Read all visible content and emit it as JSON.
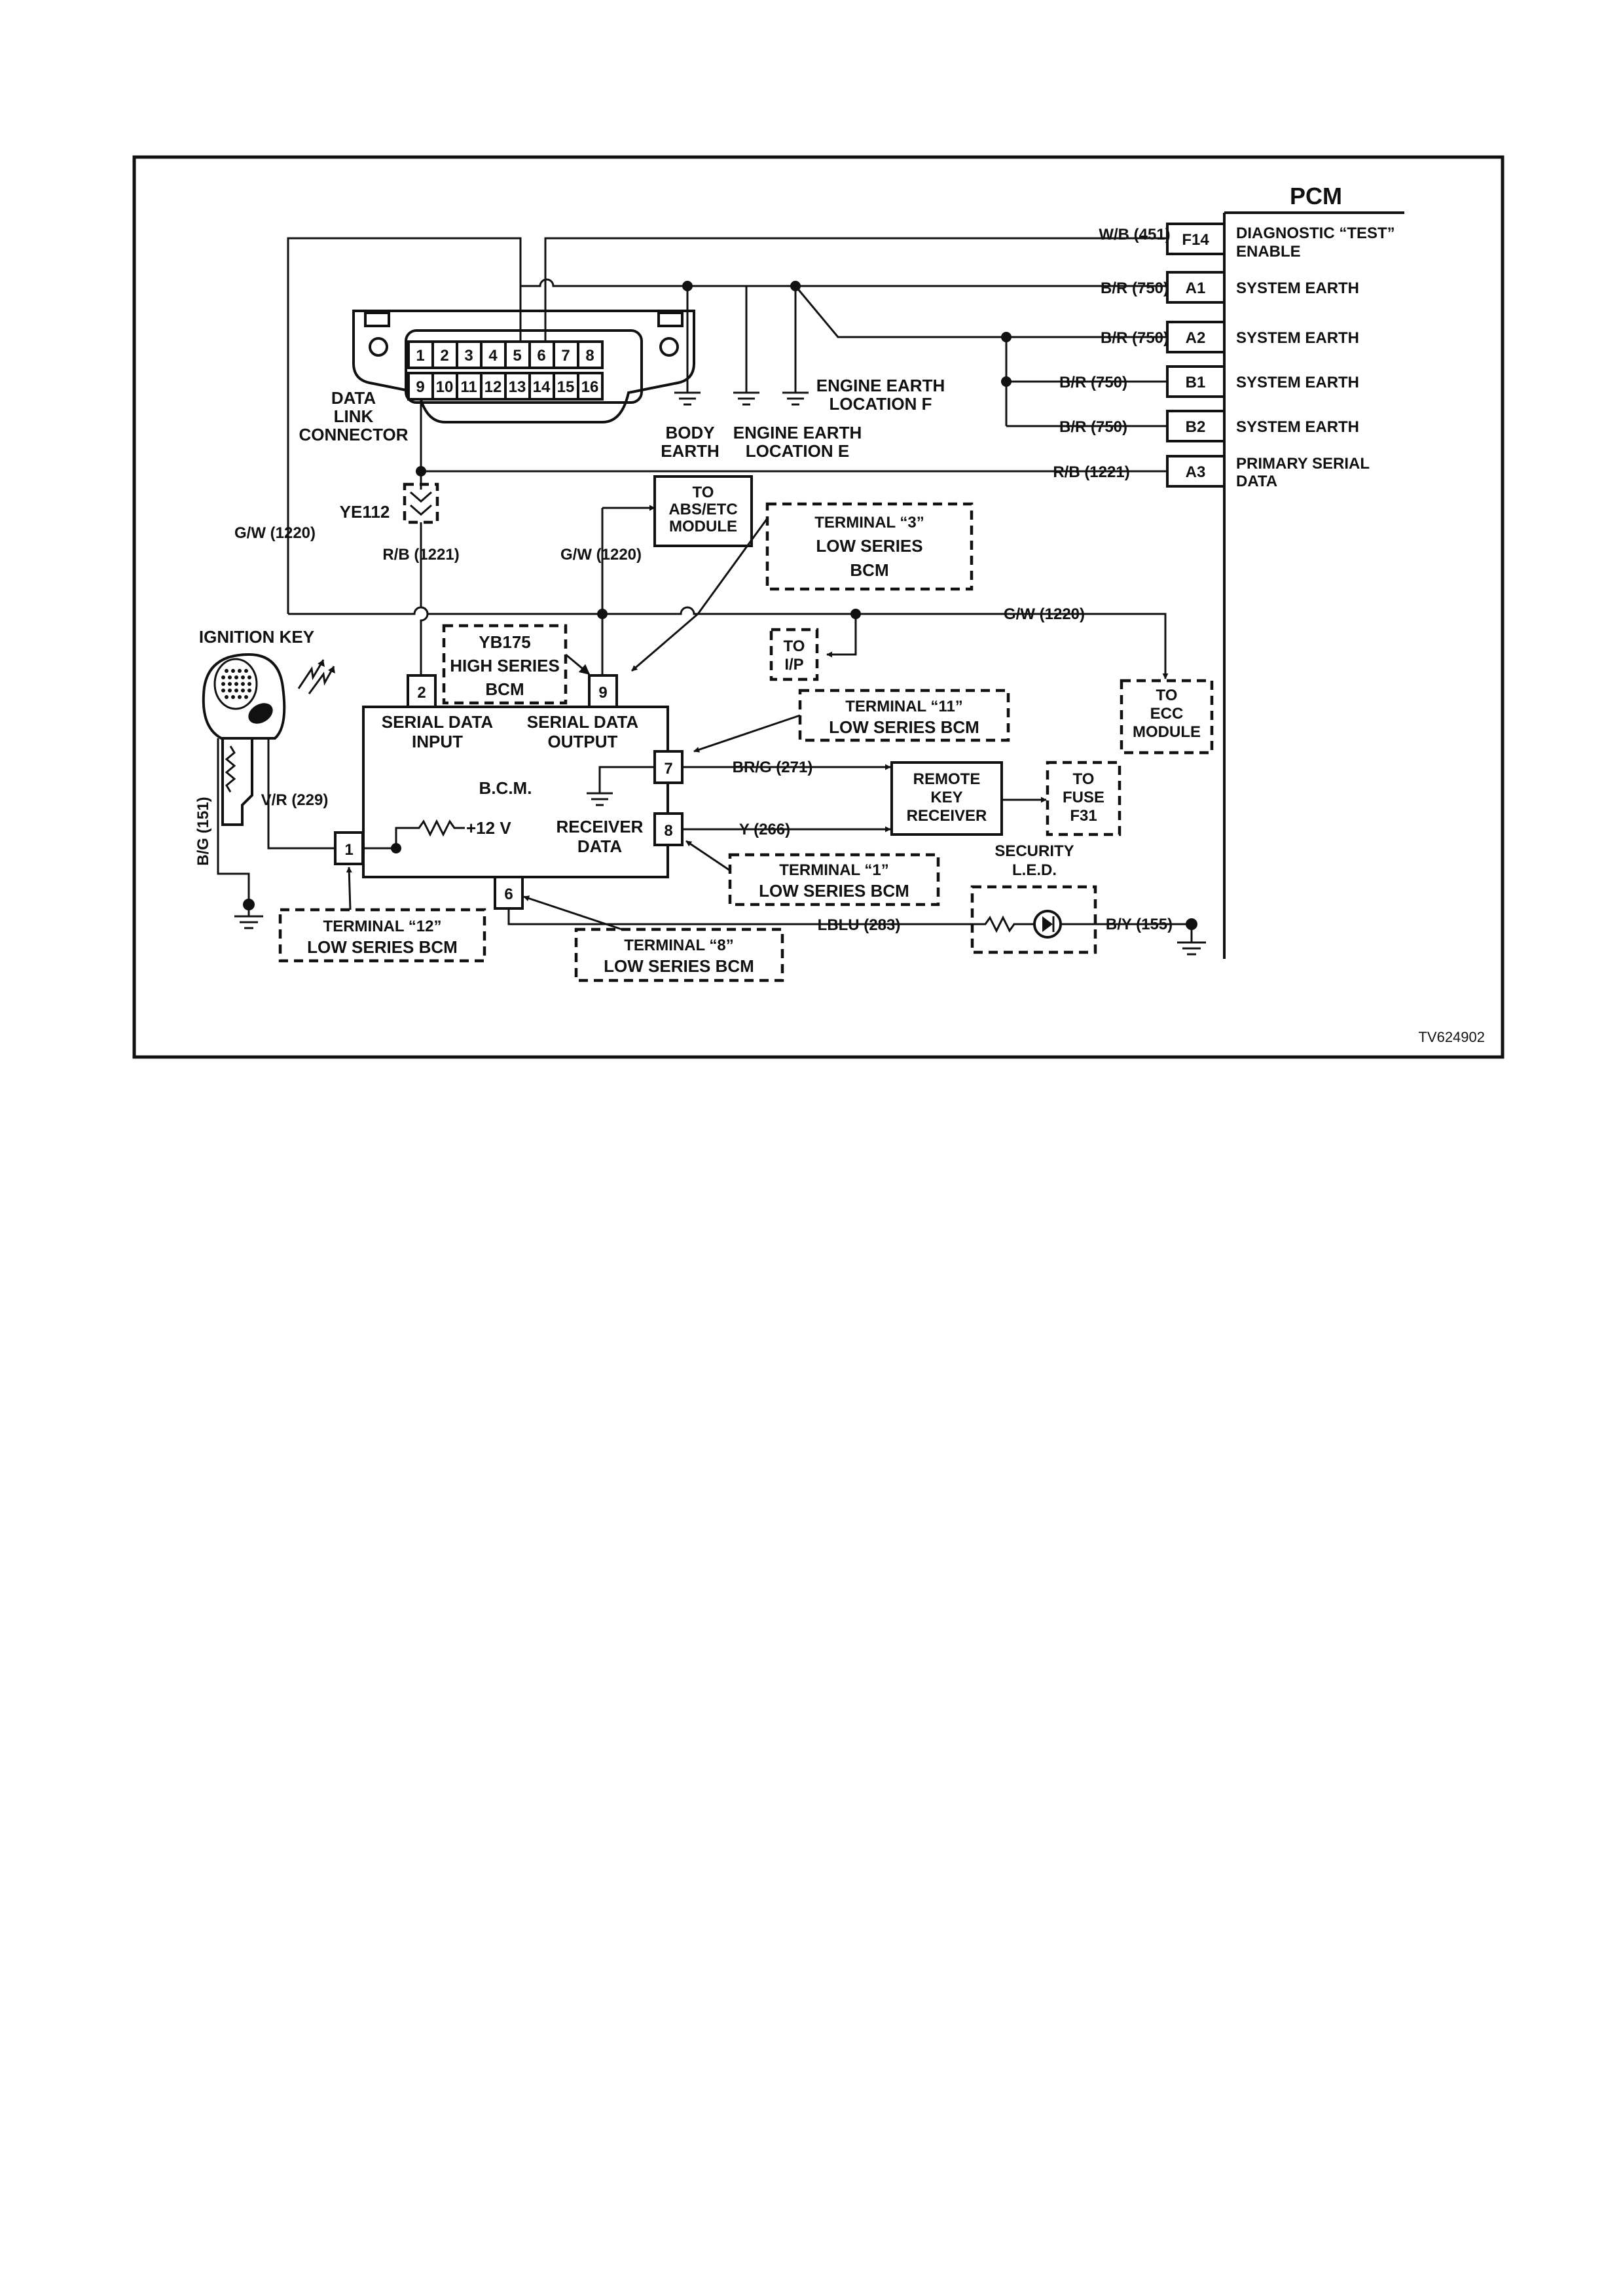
{
  "pcm": {
    "title": "PCM"
  },
  "pcm_pins": [
    {
      "pin": "F14",
      "desc1": "DIAGNOSTIC “TEST”",
      "desc2": "ENABLE",
      "wire": "W/B (451)"
    },
    {
      "pin": "A1",
      "desc1": "SYSTEM EARTH",
      "desc2": "",
      "wire": "B/R (750)"
    },
    {
      "pin": "A2",
      "desc1": "SYSTEM EARTH",
      "desc2": "",
      "wire": "B/R (750)"
    },
    {
      "pin": "B1",
      "desc1": "SYSTEM EARTH",
      "desc2": "",
      "wire": "B/R (750)"
    },
    {
      "pin": "B2",
      "desc1": "SYSTEM EARTH",
      "desc2": "",
      "wire": "B/R (750)"
    },
    {
      "pin": "A3",
      "desc1": "PRIMARY SERIAL",
      "desc2": "DATA",
      "wire": "R/B (1221)"
    }
  ],
  "dlc": {
    "pins_top": [
      "1",
      "2",
      "3",
      "4",
      "5",
      "6",
      "7",
      "8"
    ],
    "pins_bottom": [
      "9",
      "10",
      "11",
      "12",
      "13",
      "14",
      "15",
      "16"
    ],
    "label": [
      "DATA",
      "LINK",
      "CONNECTOR"
    ]
  },
  "earths": {
    "body": [
      "BODY",
      "EARTH"
    ],
    "engine_e": [
      "ENGINE EARTH",
      "LOCATION E"
    ],
    "engine_f": [
      "ENGINE EARTH",
      "LOCATION F"
    ]
  },
  "connectors": {
    "ye112": "YE112"
  },
  "wires": {
    "rb_1221": "R/B (1221)",
    "gw_1220": "G/W (1220)",
    "vr_229": "V/R (229)",
    "bg_151": "B/G (151)",
    "brg_271": "BR/G (271)",
    "y_266": "Y (266)",
    "lblu_283": "LBLU (283)",
    "by_155": "B/Y (155)"
  },
  "modules": {
    "abs_etc": [
      "TO",
      "ABS/ETC",
      "MODULE"
    ],
    "ip": [
      "TO",
      "I/P"
    ],
    "ecc": [
      "TO",
      "ECC",
      "MODULE"
    ],
    "remote_key": [
      "REMOTE",
      "KEY",
      "RECEIVER"
    ],
    "fuse": [
      "TO",
      "FUSE",
      "F31"
    ],
    "yb175": [
      "YB175",
      "HIGH SERIES",
      "BCM"
    ],
    "security_led": [
      "SECURITY",
      "L.E.D."
    ]
  },
  "bcm": {
    "label": "B.C.M.",
    "serial_in": [
      "SERIAL DATA",
      "INPUT"
    ],
    "serial_out": [
      "SERIAL DATA",
      "OUTPUT"
    ],
    "receiver": [
      "RECEIVER",
      "DATA"
    ],
    "supply": "+12 V",
    "pins": {
      "p1": "1",
      "p2": "2",
      "p6": "6",
      "p7": "7",
      "p8": "8",
      "p9": "9"
    }
  },
  "terminals": {
    "t3": [
      "TERMINAL “3”",
      "LOW SERIES",
      "BCM"
    ],
    "t11": [
      "TERMINAL “11”",
      "LOW SERIES BCM"
    ],
    "t1": [
      "TERMINAL “1”",
      "LOW SERIES BCM"
    ],
    "t12": [
      "TERMINAL “12”",
      "LOW SERIES BCM"
    ],
    "t8": [
      "TERMINAL “8”",
      "LOW SERIES BCM"
    ]
  },
  "ignition_key": {
    "label": "IGNITION KEY"
  },
  "figure_code": "TV624902",
  "colors": {
    "ink": "#111111",
    "paper": "#ffffff"
  }
}
